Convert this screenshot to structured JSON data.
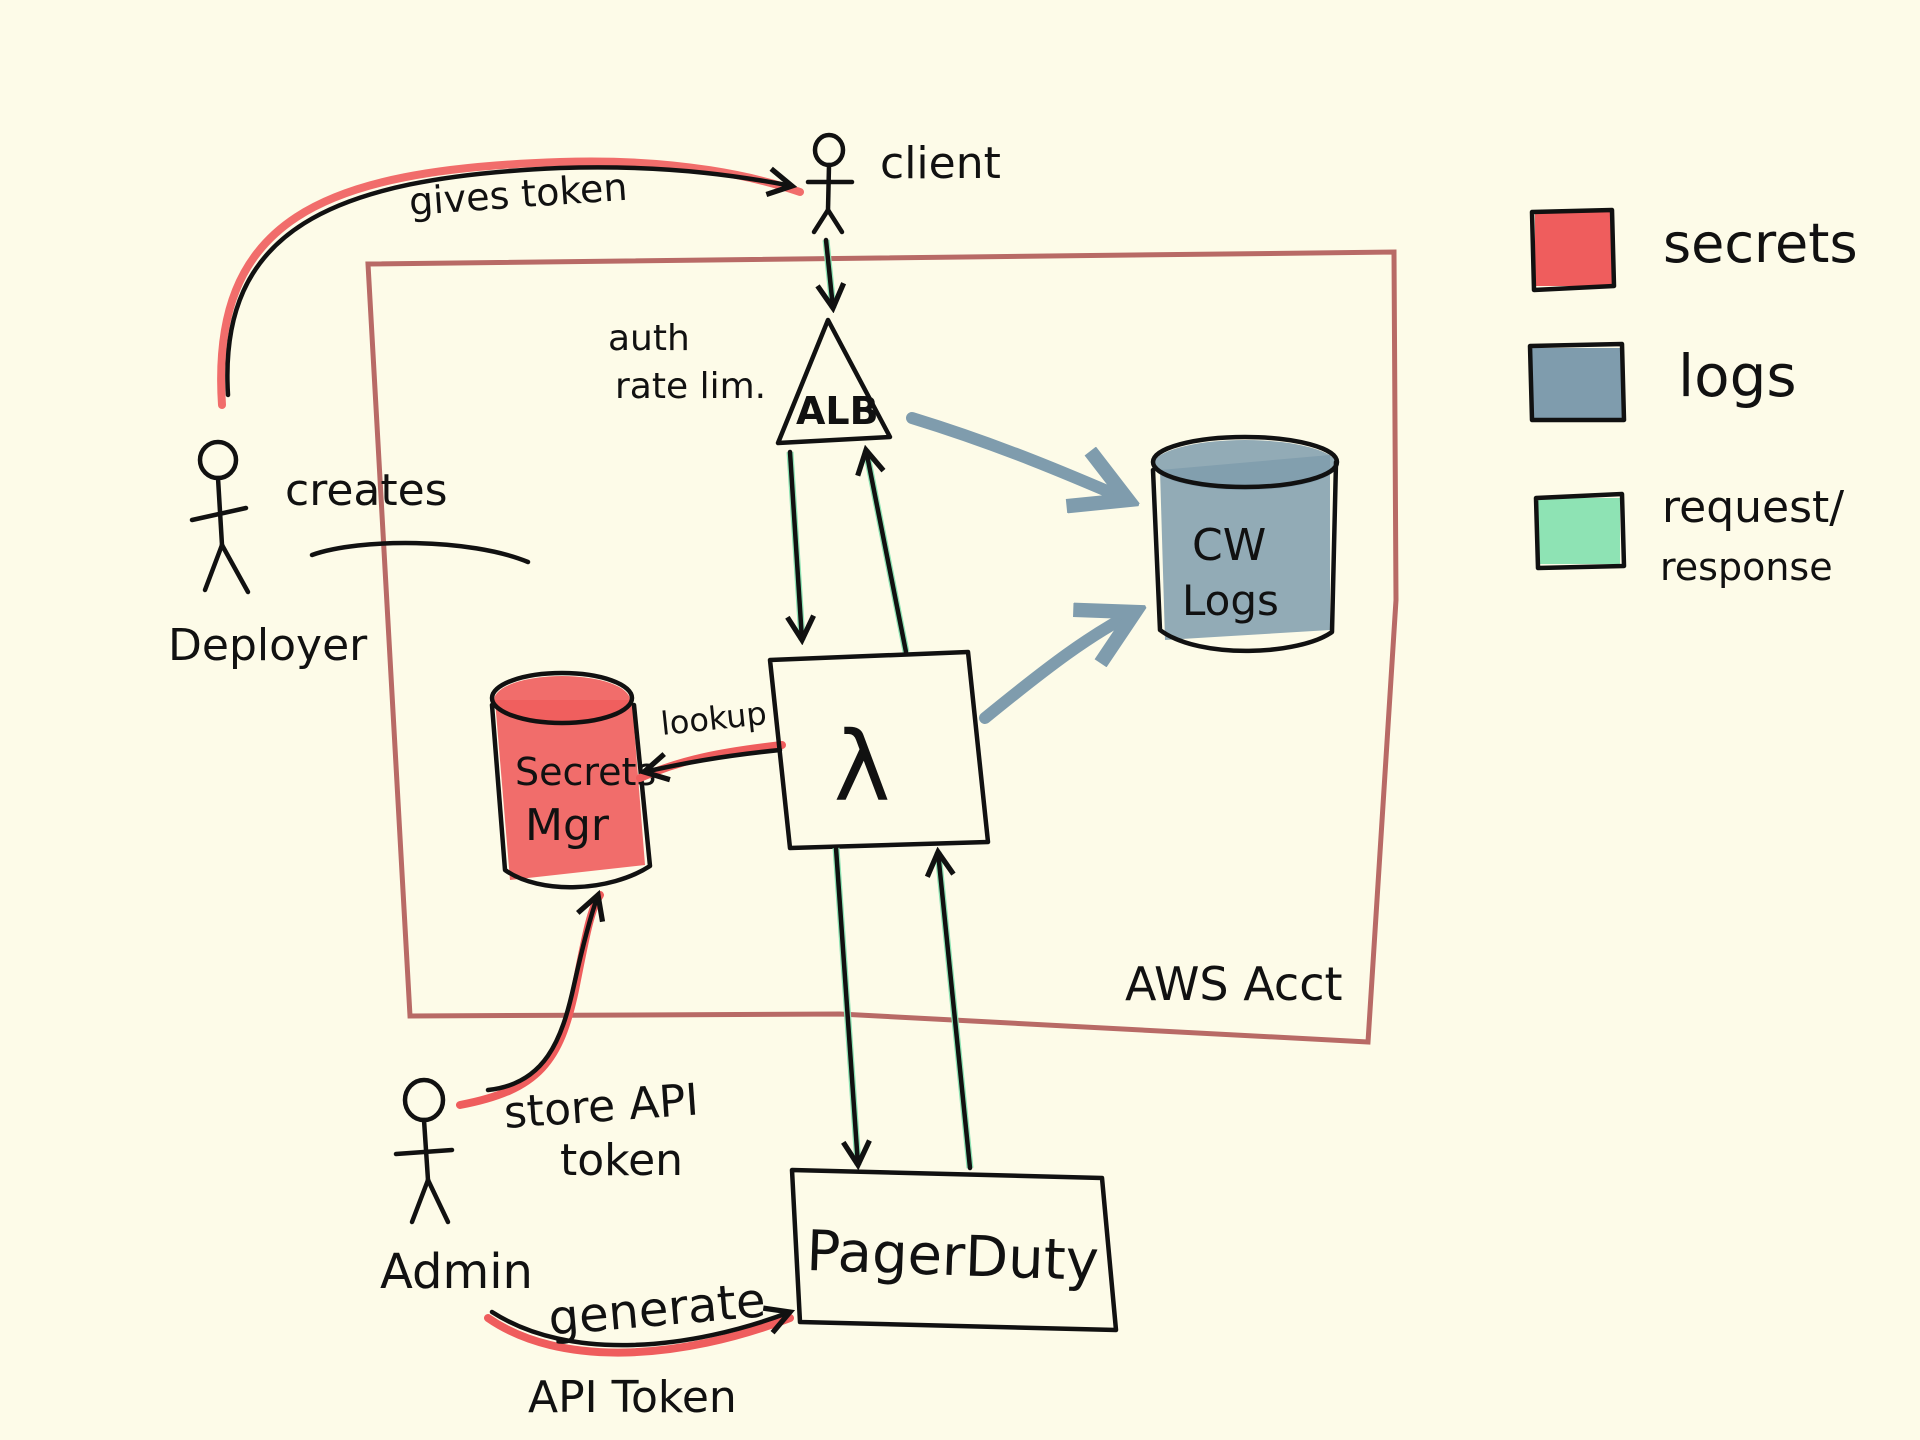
{
  "colors": {
    "paper": "#fdfbe8",
    "ink": "#111111",
    "secrets": "#ef5d5d",
    "logs": "#7f9cad",
    "request_response": "#8ee3b4",
    "account_border": "#b86a66"
  },
  "labels": {
    "client": "client",
    "gives_token": "gives token",
    "auth": "auth",
    "rate_lim": "rate lim.",
    "alb": "ALB",
    "creates": "creates",
    "deployer": "Deployer",
    "cw": "CW",
    "logs_store": "Logs",
    "lookup": "lookup",
    "secrets": "Secrets",
    "mgr": "Mgr",
    "lambda": "λ",
    "aws_acct": "AWS Acct",
    "store_api": "store API",
    "token": "token",
    "admin": "Admin",
    "pagerduty": "PagerDuty",
    "generate": "generate",
    "api_token": "API Token"
  },
  "legend": {
    "secrets": "secrets",
    "logs": "logs",
    "request_line1": "request/",
    "request_line2": "response"
  }
}
